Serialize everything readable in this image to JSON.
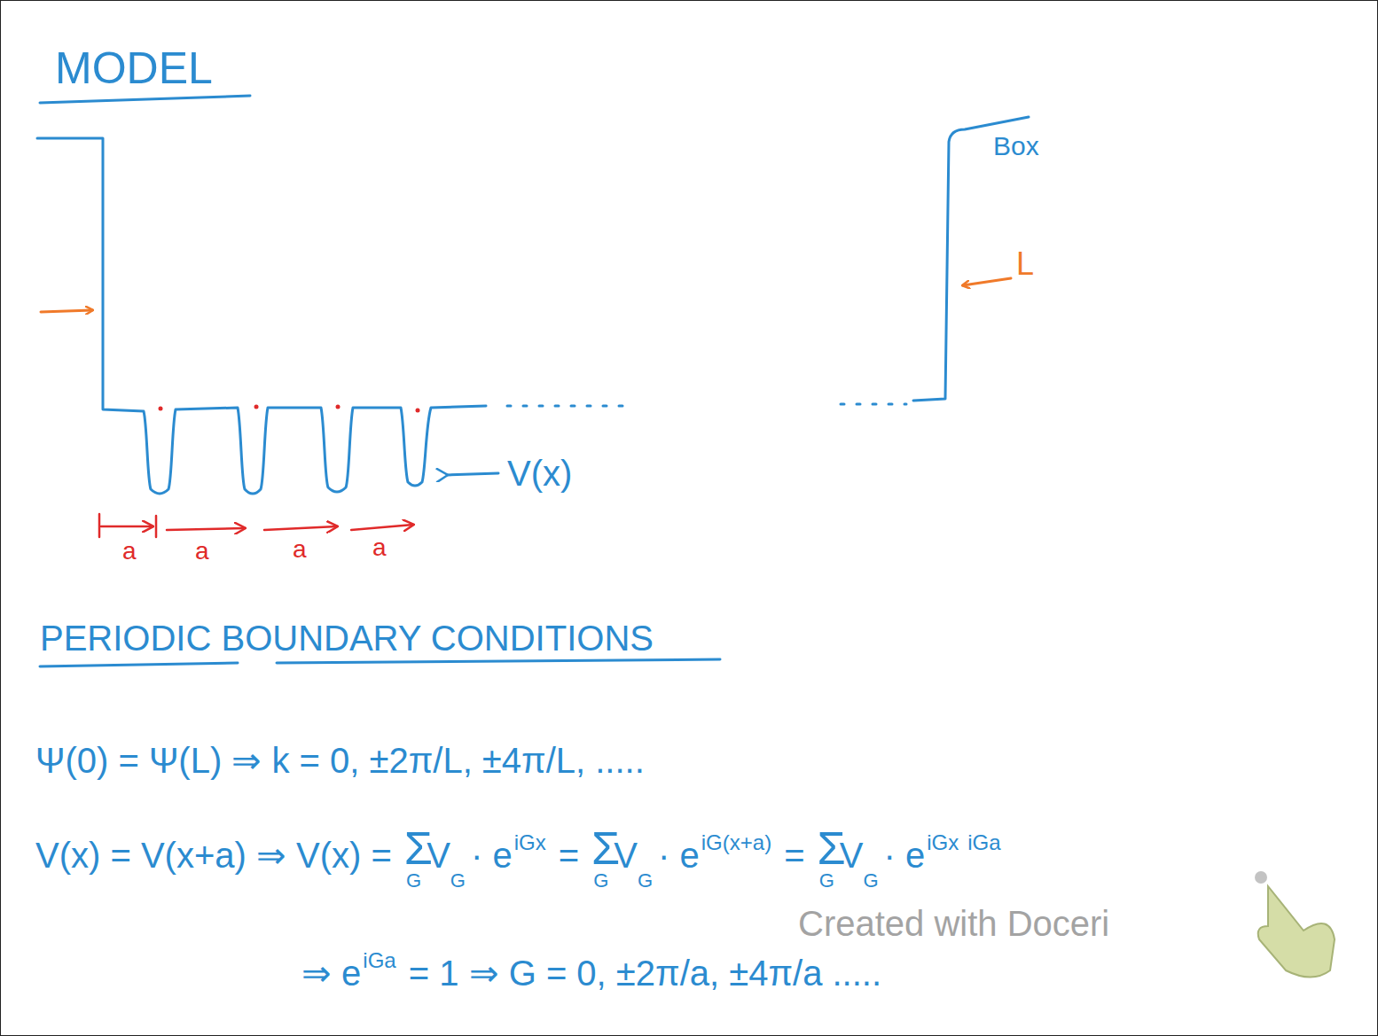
{
  "diagram": {
    "title": "MODEL",
    "labels": [
      "Box",
      "L",
      "V(x)",
      "a",
      "a",
      "a",
      "a",
      "PERIODIC BOUNDARY CONDITIONS",
      "Ψ(0) = Ψ(L) ⇒ k = 0, ±2π/L, ±4π/L, .....",
      "V(x) = V(x+a) ⇒ V(x) =",
      "Σ",
      "G",
      "V",
      "G",
      "· e",
      "iGx",
      "=",
      "Σ",
      "G",
      "V",
      "G",
      "· e",
      "iG(x+a)",
      "=",
      "Σ",
      "G",
      "V",
      "G",
      "· e",
      "iGx",
      "iGa",
      "⇒ e",
      "iGa",
      "= 1   ⇒   G = 0, ±2π/a, ±4π/a .....",
      "Created with Doceri"
    ]
  }
}
